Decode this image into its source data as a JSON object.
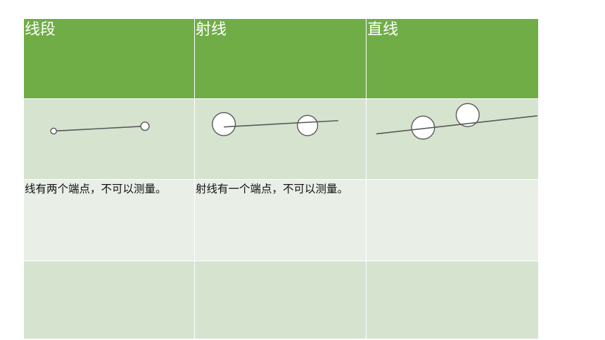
{
  "table": {
    "headers": [
      "线段",
      "射线",
      "直线"
    ],
    "descriptions": [
      "线有两个端点，不可以测量。",
      "射线有一个端点，不可以测量。",
      ""
    ]
  }
}
